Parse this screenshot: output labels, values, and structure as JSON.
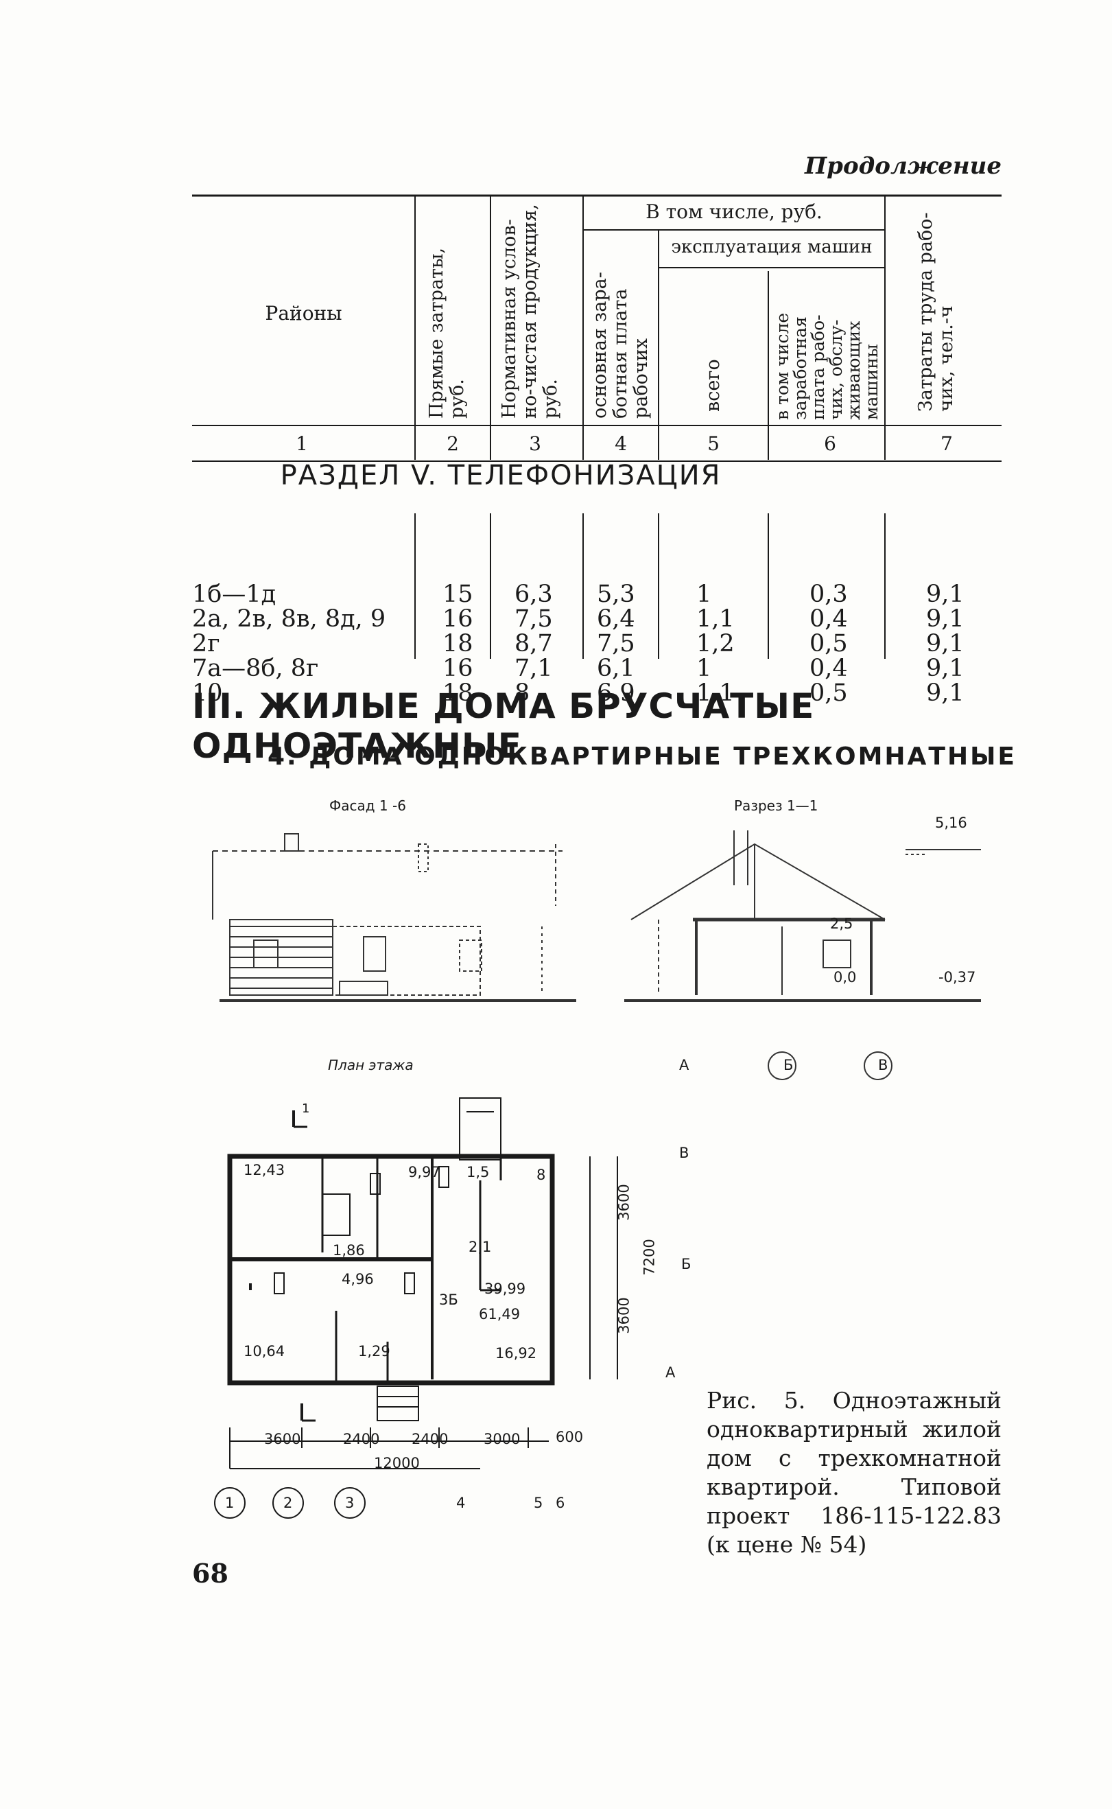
{
  "header": {
    "continuation": "Продолжение"
  },
  "table": {
    "columns": {
      "regions": "Районы",
      "direct_costs": [
        "Прямые затраты,",
        "руб."
      ],
      "normative": [
        "Нормативная услов-",
        "но-чистая продукция,",
        "руб."
      ],
      "including_group": "В том числе, руб.",
      "base_wages": [
        "основная зара-",
        "ботная плата",
        "рабочих"
      ],
      "machine_group": "эксплуатация машин",
      "total": "всего",
      "machine_wages": [
        "в том числе",
        "заработная",
        "плата рабо-",
        "чих, обслу-",
        "живающих",
        "машины"
      ],
      "labor": [
        "Затраты труда рабо-",
        "чих, чел.-ч"
      ]
    },
    "column_numbers": [
      "1",
      "2",
      "3",
      "4",
      "5",
      "6",
      "7"
    ],
    "section_title": "РАЗДЕЛ V. ТЕЛЕФОНИЗАЦИЯ",
    "rows": [
      [
        "1б—1д",
        "15",
        "6,3",
        "5,3",
        "1",
        "0,3",
        "9,1"
      ],
      [
        "2а, 2в, 8в, 8д, 9",
        "16",
        "7,5",
        "6,4",
        "1,1",
        "0,4",
        "9,1"
      ],
      [
        "2г",
        "18",
        "8,7",
        "7,5",
        "1,2",
        "0,5",
        "9,1"
      ],
      [
        "7а—8б, 8г",
        "16",
        "7,1",
        "6,1",
        "1",
        "0,4",
        "9,1"
      ],
      [
        "10",
        "18",
        "8",
        "6,9",
        "1,1",
        "0,5",
        "9,1"
      ]
    ]
  },
  "headings": {
    "chapter": "III. ЖИЛЫЕ ДОМА БРУСЧАТЫЕ ОДНОЭТАЖНЫЕ",
    "section": "4. ДОМА ОДНОКВАРТИРНЫЕ ТРЕХКОМНАТНЫЕ"
  },
  "drawings": {
    "facade_label": "Фасад 1 -6",
    "section_label": "Разрез 1—1",
    "plan_label": "План этажа",
    "section_marks": {
      "top": "5,16",
      "mid": "2,5",
      "floor": "0,0",
      "ground": "-0,37"
    },
    "axes_letters": [
      "А",
      "Б",
      "В"
    ],
    "axes_numbers": [
      "1",
      "2",
      "3",
      "4",
      "5",
      "6"
    ],
    "room_areas": [
      "12,43",
      "9,97",
      "1,5",
      "8",
      "1,86",
      "2,1",
      "4,96",
      "3Б",
      "39,99",
      "61,49",
      "10,64",
      "1,29",
      "16,92"
    ],
    "section_cut_label": "1",
    "dims_horizontal": [
      "3600",
      "2400",
      "2400",
      "3000",
      "600",
      "12000"
    ],
    "dims_vertical": [
      "3600",
      "3600",
      "7200"
    ]
  },
  "caption": "Рис. 5. Одноэтажный одноквартирный жилой дом с трехкомнатной квартирой. Типовой проект 186-115-122.83 (к цене № 54)",
  "page_number": "68"
}
